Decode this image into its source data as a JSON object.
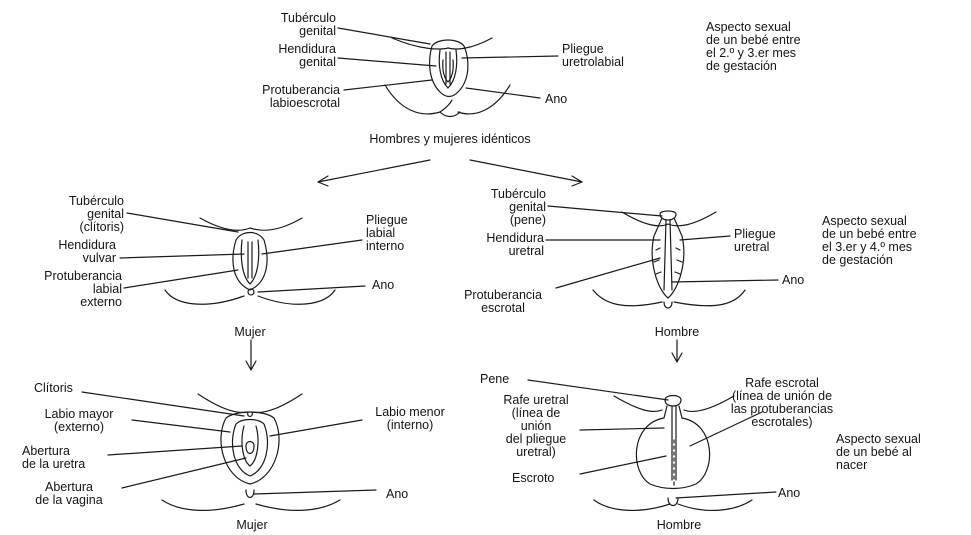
{
  "stage1": {
    "labels": {
      "tuberculo": "Tubérculo\ngenital",
      "hendidura": "Hendidura\ngenital",
      "protuberancia": "Protuberancia\nlabioescrotal",
      "pliegue": "Pliegue\nuretrolabial",
      "ano": "Ano"
    },
    "note": "Aspecto sexual\nde un bebé entre\nel 2.º y 3.er mes\nde gestación",
    "caption": "Hombres y mujeres idénticos"
  },
  "female_mid": {
    "labels": {
      "tuberculo": "Tubérculo\ngenital\n(clítoris)",
      "hendidura": "Hendidura\nvulvar",
      "protuberancia": "Protuberancia\nlabial\nexterno",
      "pliegue": "Pliegue\nlabial\ninterno",
      "ano": "Ano"
    },
    "caption": "Mujer"
  },
  "male_mid": {
    "labels": {
      "tuberculo": "Tubérculo\ngenital\n(pene)",
      "hendidura": "Hendidura\nuretral",
      "protuberancia": "Protuberancia\nescrotal",
      "pliegue": "Pliegue\nuretral",
      "ano": "Ano"
    },
    "note": "Aspecto sexual\nde un bebé entre\nel 3.er y 4.º mes\nde gestación",
    "caption": "Hombre"
  },
  "female_birth": {
    "labels": {
      "clitoris": "Clítoris",
      "labio_mayor": "Labio mayor\n(externo)",
      "abertura_uretra": "Abertura\nde la uretra",
      "abertura_vagina": "Abertura\nde la vagina",
      "labio_menor": "Labio menor\n(interno)",
      "ano": "Ano"
    },
    "caption": "Mujer"
  },
  "male_birth": {
    "labels": {
      "pene": "Pene",
      "rafe_uretral": "Rafe uretral\n(línea de\nunión\ndel pliegue\nuretral)",
      "escroto": "Escroto",
      "rafe_escrotal": "Rafe escrotal\n(línea de unión de\nlas protuberancias\nescrotales)",
      "ano": "Ano"
    },
    "note": "Aspecto sexual\nde un bebé al\nnacer",
    "caption": "Hombre"
  }
}
